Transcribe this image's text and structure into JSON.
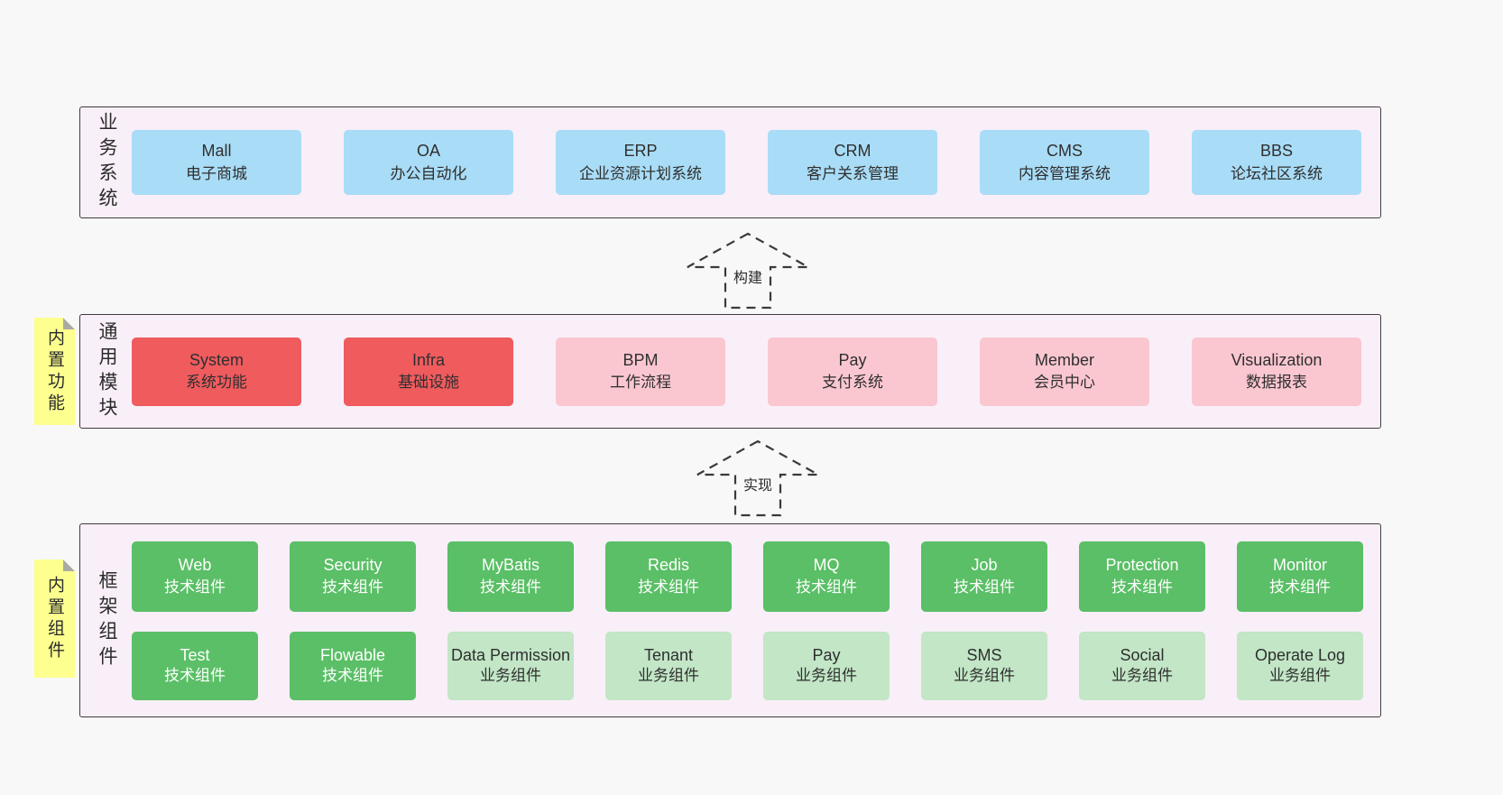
{
  "business": {
    "label": "业务系统",
    "items": [
      {
        "name": "Mall",
        "desc": "电子商城"
      },
      {
        "name": "OA",
        "desc": "办公自动化"
      },
      {
        "name": "ERP",
        "desc": "企业资源计划系统"
      },
      {
        "name": "CRM",
        "desc": "客户关系管理"
      },
      {
        "name": "CMS",
        "desc": "内容管理系统"
      },
      {
        "name": "BBS",
        "desc": "论坛社区系统"
      }
    ]
  },
  "arrows": {
    "build": "构建",
    "implement": "实现"
  },
  "modules": {
    "label": "通用模块",
    "sticky": "内置功能",
    "items": [
      {
        "name": "System",
        "desc": "系统功能"
      },
      {
        "name": "Infra",
        "desc": "基础设施"
      },
      {
        "name": "BPM",
        "desc": "工作流程"
      },
      {
        "name": "Pay",
        "desc": "支付系统"
      },
      {
        "name": "Member",
        "desc": "会员中心"
      },
      {
        "name": "Visualization",
        "desc": "数据报表"
      }
    ]
  },
  "framework": {
    "label": "框架组件",
    "sticky": "内置组件",
    "row1": [
      {
        "name": "Web",
        "desc": "技术组件"
      },
      {
        "name": "Security",
        "desc": "技术组件"
      },
      {
        "name": "MyBatis",
        "desc": "技术组件"
      },
      {
        "name": "Redis",
        "desc": "技术组件"
      },
      {
        "name": "MQ",
        "desc": "技术组件"
      },
      {
        "name": "Job",
        "desc": "技术组件"
      },
      {
        "name": "Protection",
        "desc": "技术组件"
      },
      {
        "name": "Monitor",
        "desc": "技术组件"
      }
    ],
    "row2": [
      {
        "name": "Test",
        "desc": "技术组件"
      },
      {
        "name": "Flowable",
        "desc": "技术组件"
      },
      {
        "name": "Data Permission",
        "desc": "业务组件"
      },
      {
        "name": "Tenant",
        "desc": "业务组件"
      },
      {
        "name": "Pay",
        "desc": "业务组件"
      },
      {
        "name": "SMS",
        "desc": "业务组件"
      },
      {
        "name": "Social",
        "desc": "业务组件"
      },
      {
        "name": "Operate Log",
        "desc": "业务组件"
      }
    ]
  },
  "colors": {
    "page_bg": "#f8f8f8",
    "panel_bg": "#f9eff8",
    "panel_border": "#3d3d3d",
    "business_box": "#a9dcf6",
    "core_module_box": "#f05b5e",
    "optional_module_box": "#fac7d1",
    "tech_component_box": "#5abf66",
    "biz_component_box": "#c2e6c6",
    "sticky_note": "#fdff8f"
  }
}
